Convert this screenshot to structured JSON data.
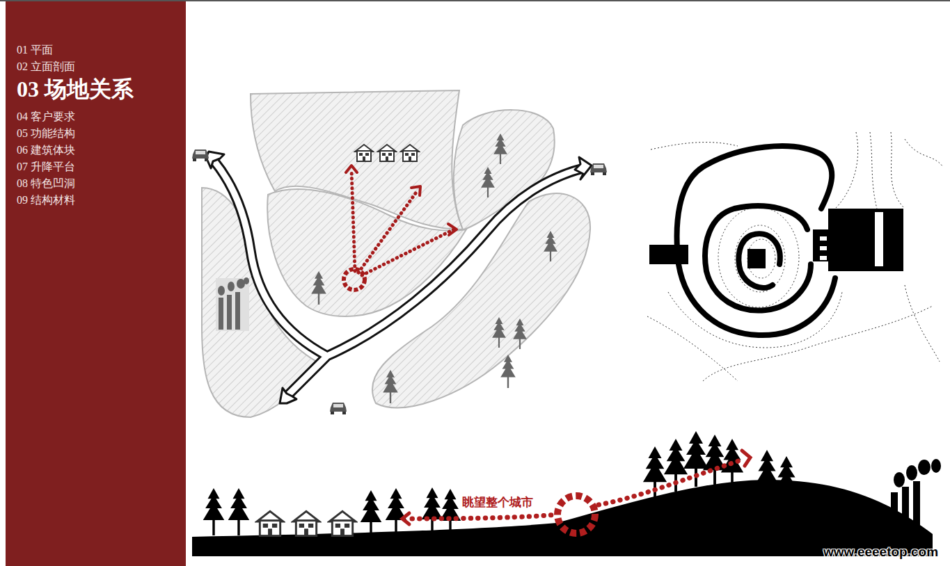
{
  "diagram": {
    "labels": [
      "01 平面",
      "02 立面剖面",
      "03 场地关系",
      "04 客户要求",
      "05 功能结构",
      "06 建筑体块",
      "07 升降平台",
      "08 特色凹洞",
      "09 结构材料",
      "眺望整个城市",
      "www.eeeetop.com"
    ]
  }
}
